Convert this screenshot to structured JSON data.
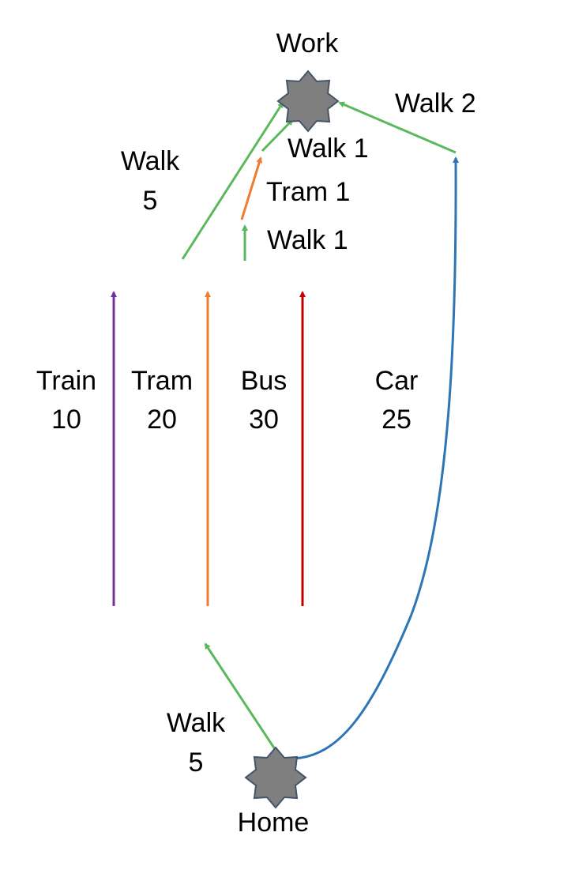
{
  "nodes": {
    "work": {
      "label": "Work",
      "icon": "star-node-icon"
    },
    "home": {
      "label": "Home",
      "icon": "star-node-icon"
    }
  },
  "modes": [
    {
      "name": "Train",
      "value": "10",
      "color": "#7030A0"
    },
    {
      "name": "Tram",
      "value": "20",
      "color": "#ED7D31"
    },
    {
      "name": "Bus",
      "value": "30",
      "color": "#C00000"
    },
    {
      "name": "Car",
      "value": "25",
      "color": "#2E75B6"
    }
  ],
  "walks": {
    "home_walk": {
      "label": "Walk",
      "value": "5"
    },
    "top_walk": {
      "label": "Walk",
      "value": "5"
    },
    "walk1_lower": "Walk 1",
    "tram1": "Tram 1",
    "walk1_upper": "Walk 1",
    "walk2": "Walk 2"
  },
  "colors": {
    "walk": "#5CB85C",
    "star_fill": "#7F7F7F",
    "star_stroke": "#44546A"
  }
}
